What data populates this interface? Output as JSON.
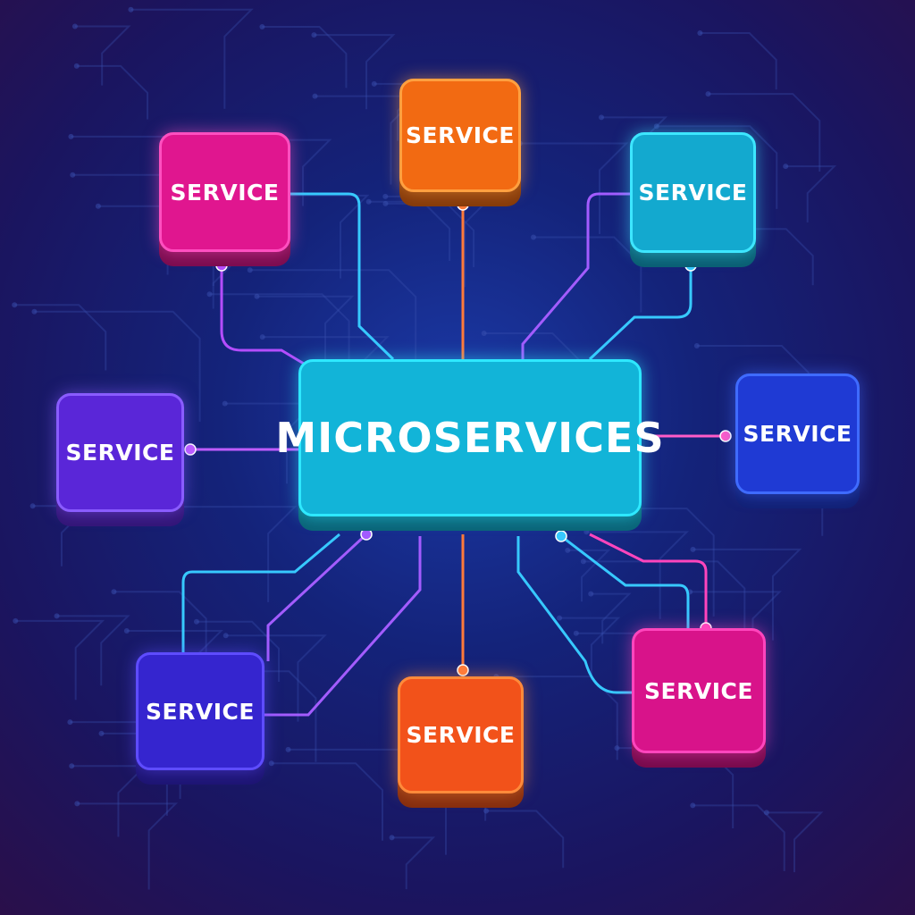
{
  "center": {
    "label": "MICROSERVICES",
    "fill": "#12b4d8",
    "border": "#2ee8ff"
  },
  "services": [
    {
      "id": "top-left",
      "label": "SERVICE",
      "fill": "#e0168f",
      "border": "#ff4fc0"
    },
    {
      "id": "top",
      "label": "SERVICE",
      "fill": "#f26a12",
      "border": "#ffa040"
    },
    {
      "id": "top-right",
      "label": "SERVICE",
      "fill": "#13a9cf",
      "border": "#3de6ff"
    },
    {
      "id": "left",
      "label": "SERVICE",
      "fill": "#5a26d8",
      "border": "#8a5cff"
    },
    {
      "id": "right",
      "label": "SERVICE",
      "fill": "#1f3ad4",
      "border": "#3f6bff"
    },
    {
      "id": "bottom-left",
      "label": "SERVICE",
      "fill": "#3525cf",
      "border": "#5e4cff"
    },
    {
      "id": "bottom",
      "label": "SERVICE",
      "fill": "#f2521a",
      "border": "#ff8a3a"
    },
    {
      "id": "bottom-right",
      "label": "SERVICE",
      "fill": "#d8138a",
      "border": "#ff45bd"
    }
  ]
}
